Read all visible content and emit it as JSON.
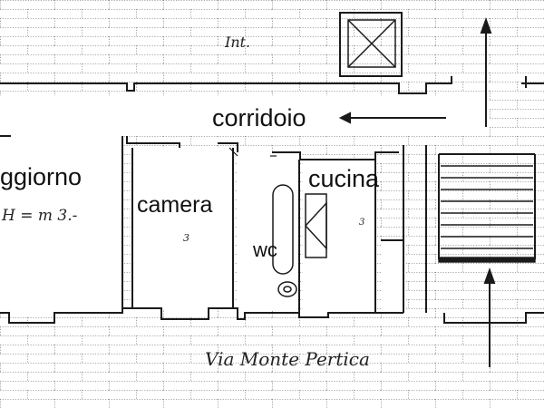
{
  "floorplan": {
    "labels": {
      "internal": "Int.",
      "corridor": "corridoio",
      "living": "ggiorno",
      "height_note": "H = m 3.-",
      "bedroom": "camera",
      "kitchen": "cucina",
      "bathroom": "wc",
      "street": "Via Monte Pertica",
      "tag_bedroom": "3",
      "tag_kitchen": "3"
    },
    "colors": {
      "ink": "#1a1a1a",
      "paper": "#ffffff",
      "dots": "#9a9a9a"
    },
    "icons": [
      "corridor-arrow-icon",
      "up-arrow-icon",
      "elevator-cross-icon",
      "stairs-icon",
      "toilet-icon"
    ]
  }
}
